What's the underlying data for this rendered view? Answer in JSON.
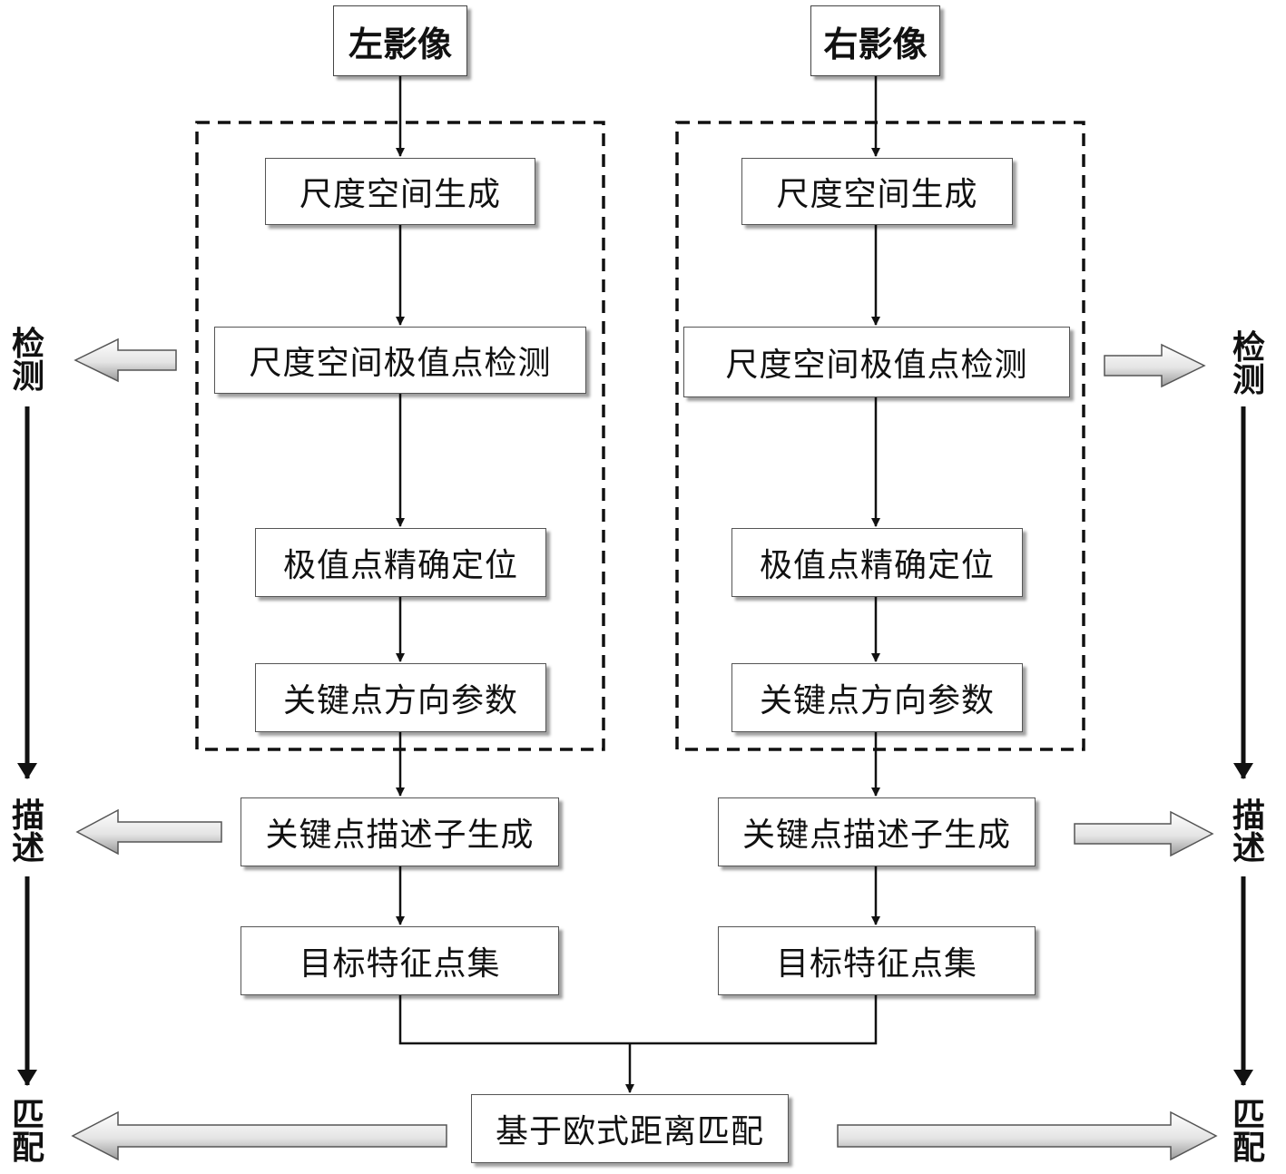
{
  "inputs": {
    "left_title": "左影像",
    "right_title": "右影像"
  },
  "left_pipeline": {
    "scale_space": "尺度空间生成",
    "extrema_detection": "尺度空间极值点检测",
    "extrema_localization": "极值点精确定位",
    "orientation": "关键点方向参数",
    "descriptor": "关键点描述子生成",
    "feature_set": "目标特征点集"
  },
  "right_pipeline": {
    "scale_space": "尺度空间生成",
    "extrema_detection": "尺度空间极值点检测",
    "extrema_localization": "极值点精确定位",
    "orientation": "关键点方向参数",
    "descriptor": "关键点描述子生成",
    "feature_set": "目标特征点集"
  },
  "matching": {
    "label": "基于欧式距离匹配"
  },
  "stages": {
    "detect": "检测",
    "describe": "描述",
    "match": "匹配"
  },
  "colors": {
    "line": "#111111",
    "dashed_frame": "#111111",
    "box_border": "#555555",
    "hollow_arrow_light": "#ffffff",
    "hollow_arrow_dark": "#9a9a9a"
  }
}
